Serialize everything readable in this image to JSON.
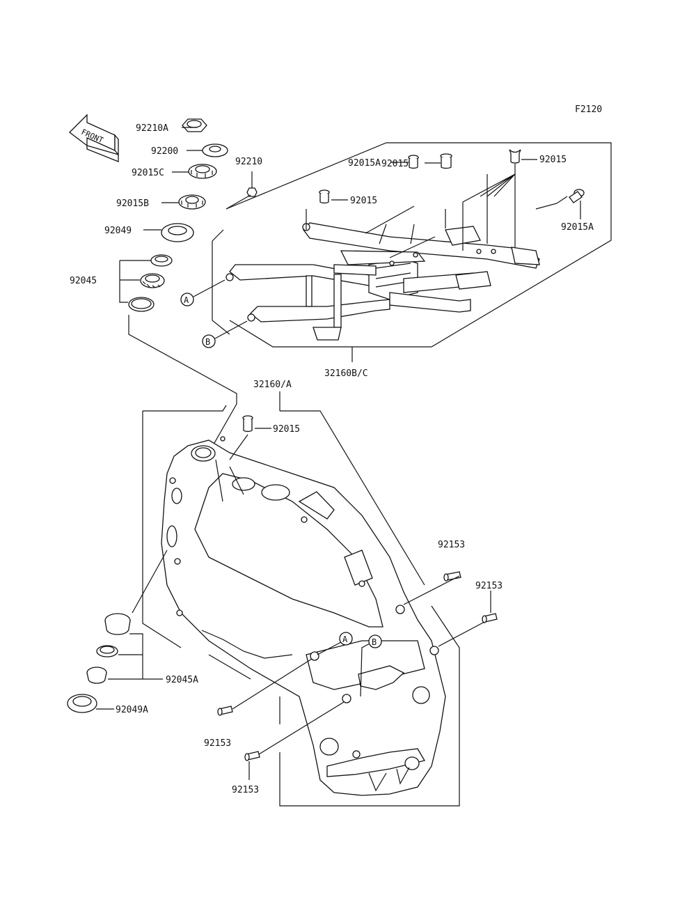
{
  "figure_code": "F2120",
  "front_arrow_text": "FRONT",
  "callouts": {
    "A": "A",
    "B": "B"
  },
  "labels": {
    "p92210A": "92210A",
    "p92200": "92200",
    "p92015C": "92015C",
    "p92015B": "92015B",
    "p92049": "92049",
    "p92045": "92045",
    "p92210": "92210",
    "p92015A_1": "92015A",
    "p92015A_2": "92015A",
    "p92015_top_mid": "92015",
    "p92015_top_right": "92015",
    "p92015A_right": "92015A",
    "p32160BC": "32160B/C",
    "p32160A": "32160/A",
    "p92015_main": "92015",
    "p92153_1": "92153",
    "p92153_2": "92153",
    "p92045A": "92045A",
    "p92049A": "92049A",
    "p92153_3": "92153",
    "p92153_4": "92153"
  }
}
